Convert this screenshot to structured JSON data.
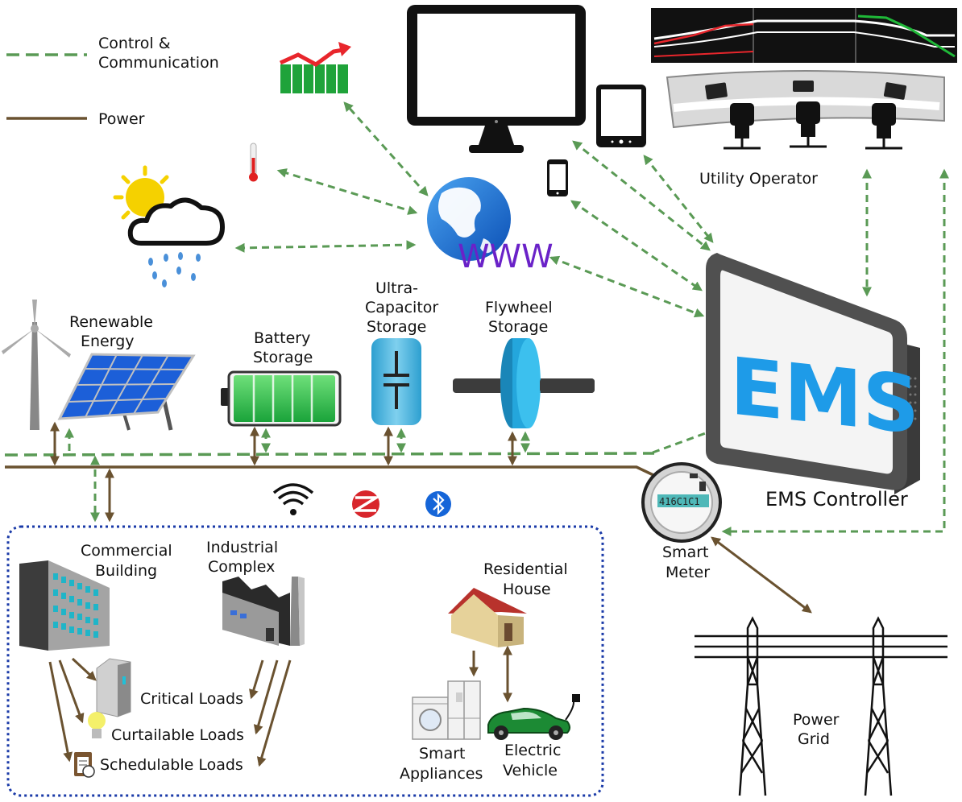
{
  "legend": {
    "control_line1": "Control &",
    "control_line2": "Communication",
    "power": "Power",
    "control_color": "#5a9a55",
    "power_color": "#6a5230"
  },
  "labels": {
    "utility_operator": "Utility Operator",
    "renewable_line1": "Renewable",
    "renewable_line2": "Energy",
    "battery_line1": "Battery",
    "battery_line2": "Storage",
    "ultracap_line1": "Ultra-",
    "ultracap_line2": "Capacitor",
    "ultracap_line3": "Storage",
    "flywheel_line1": "Flywheel",
    "flywheel_line2": "Storage",
    "ems_logo": "EMS",
    "ems_controller": "EMS Controller",
    "www": "WWW",
    "meter_reading": "416C1C1",
    "smart_meter_line1": "Smart",
    "smart_meter_line2": "Meter",
    "commercial_line1": "Commercial",
    "commercial_line2": "Building",
    "industrial_line1": "Industrial",
    "industrial_line2": "Complex",
    "residential_line1": "Residential",
    "residential_line2": "House",
    "critical_loads": "Critical Loads",
    "curtailable_loads": "Curtailable Loads",
    "schedulable_loads": "Schedulable Loads",
    "smart_appliances_line1": "Smart",
    "smart_appliances_line2": "Appliances",
    "ev_line1": "Electric",
    "ev_line2": "Vehicle",
    "power_grid_line1": "Power",
    "power_grid_line2": "Grid"
  },
  "icons": [
    "stock-chart-icon",
    "thermometer-icon",
    "weather-icon",
    "globe-icon",
    "monitor-icon",
    "tablet-icon",
    "smartphone-icon",
    "control-room-icon",
    "wind-turbine-icon",
    "solar-panel-icon",
    "battery-icon",
    "ultracapacitor-icon",
    "flywheel-icon",
    "ems-device-icon",
    "wifi-icon",
    "zigbee-icon",
    "bluetooth-icon",
    "smart-meter-icon",
    "commercial-building-icon",
    "industrial-factory-icon",
    "server-icon",
    "lightbulb-icon",
    "clipboard-clock-icon",
    "house-icon",
    "washing-machine-icon",
    "refrigerator-icon",
    "electric-car-icon",
    "transmission-tower-icon"
  ]
}
